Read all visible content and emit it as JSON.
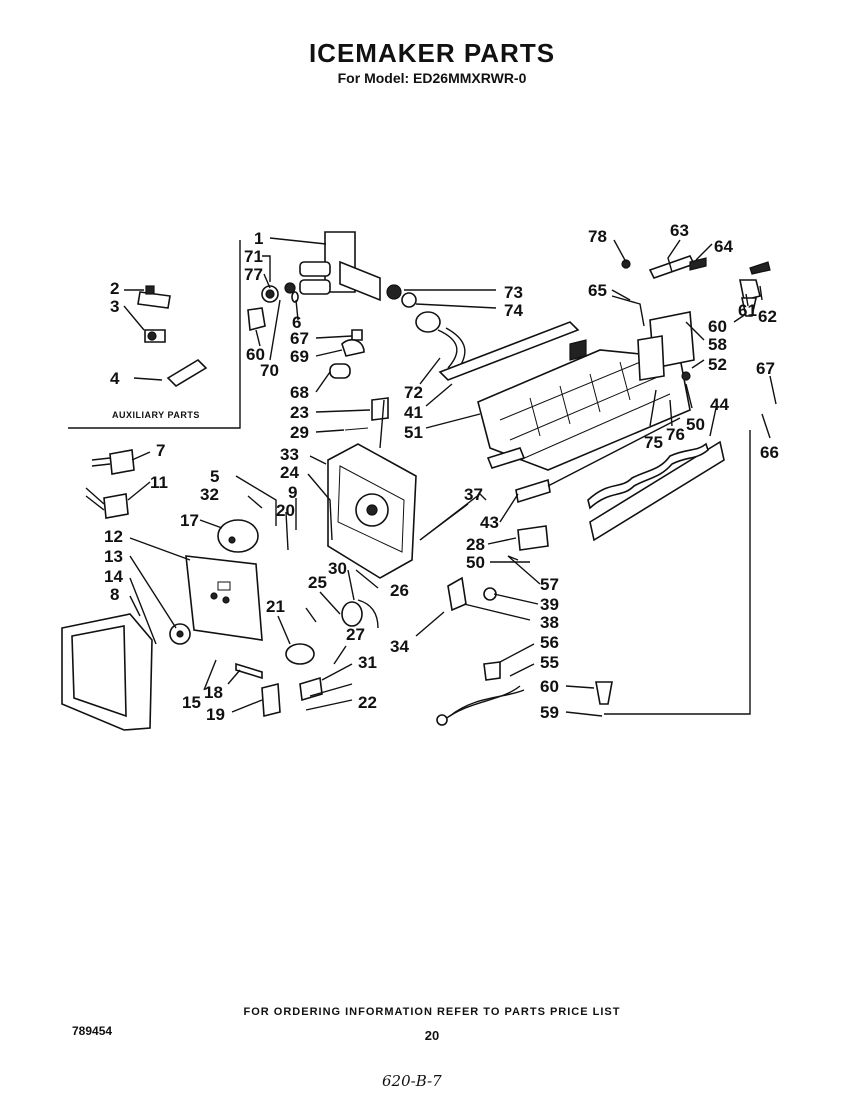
{
  "title": "ICEMAKER PARTS",
  "subtitle": "For Model: ED26MMXRWR-0",
  "auxiliary_label": "AUXILIARY PARTS",
  "footer_note": "FOR ORDERING INFORMATION REFER TO PARTS PRICE LIST",
  "doc_number": "789454",
  "page_number": "20",
  "handwritten_note": "620-B-7",
  "callouts": [
    "1",
    "71",
    "77",
    "2",
    "3",
    "60",
    "70",
    "6",
    "4",
    "67",
    "69",
    "68",
    "23",
    "29",
    "7",
    "11",
    "5",
    "32",
    "24",
    "33",
    "9",
    "20",
    "17",
    "12",
    "13",
    "14",
    "8",
    "26",
    "30",
    "25",
    "21",
    "27",
    "31",
    "15",
    "18",
    "19",
    "22",
    "37",
    "28",
    "50",
    "43",
    "57",
    "39",
    "38",
    "34",
    "56",
    "55",
    "60",
    "59",
    "78",
    "63",
    "64",
    "65",
    "61",
    "62",
    "60",
    "58",
    "52",
    "73",
    "74",
    "72",
    "41",
    "51",
    "75",
    "76",
    "50",
    "44",
    "67",
    "66"
  ]
}
